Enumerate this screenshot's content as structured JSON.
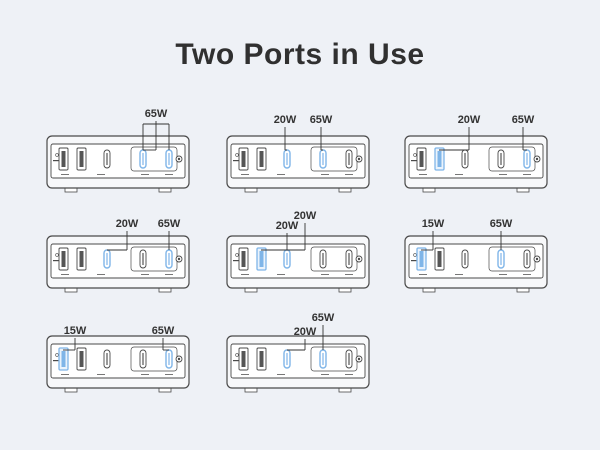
{
  "title": "Two Ports in Use",
  "colors": {
    "active": "#7fb5e8",
    "body": "#f7f8fa",
    "stroke": "#4a4a4a"
  },
  "configs": [
    {
      "labels": [
        {
          "text": "65W"
        }
      ],
      "active": [
        "c1",
        "c2"
      ]
    },
    {
      "labels": [
        {
          "text": "20W"
        },
        {
          "text": "65W"
        }
      ],
      "active": [
        "c3",
        "c1"
      ]
    },
    {
      "labels": [
        {
          "text": "20W"
        },
        {
          "text": "65W"
        }
      ],
      "active": [
        "a2",
        "c2"
      ]
    },
    {
      "labels": [
        {
          "text": "20W"
        },
        {
          "text": "65W"
        }
      ],
      "active": [
        "c3",
        "c2"
      ]
    },
    {
      "labels": [
        {
          "text": "20W"
        },
        {
          "text": "20W"
        }
      ],
      "active": [
        "a2",
        "c3"
      ]
    },
    {
      "labels": [
        {
          "text": "15W"
        },
        {
          "text": "65W"
        }
      ],
      "active": [
        "a1",
        "c1"
      ]
    },
    {
      "labels": [
        {
          "text": "15W"
        },
        {
          "text": "65W"
        }
      ],
      "active": [
        "a1",
        "c2"
      ]
    },
    {
      "labels": [
        {
          "text": "20W"
        },
        {
          "text": "65W"
        }
      ],
      "active": [
        "c3",
        "c1"
      ]
    }
  ]
}
